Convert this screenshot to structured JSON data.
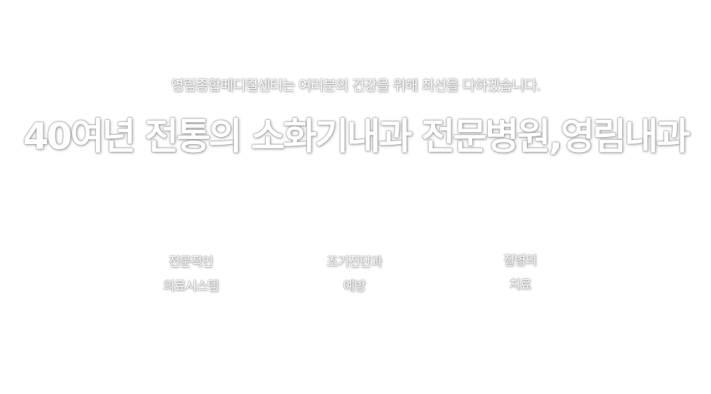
{
  "hero": {
    "subtitle": "영림종합메디컬센터는 여러분의 건강을 위해 최선을 다하겠습니다.",
    "headline": "40여년 전통의 소화기내과 전문병원,영림내과"
  },
  "features": [
    {
      "line1": "전문적인",
      "line2": "의료시스템"
    },
    {
      "line1": "조기진단과",
      "line2": "예방"
    },
    {
      "line1": "질병의",
      "line2": "치료"
    }
  ]
}
